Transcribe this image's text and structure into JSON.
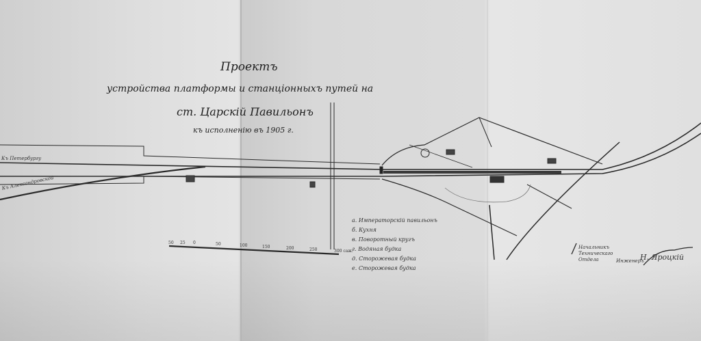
{
  "title": {
    "line1": "Проектъ",
    "line2": "устройства платформы и станцiонныхъ путей на",
    "line3": "ст. Царскiй Павильонъ",
    "line4": "къ исполненiю въ 1905 г."
  },
  "track_labels": [
    "Къ Петербургу",
    "Къ Александровской"
  ],
  "legend": [
    "а. Императорскiй павильонъ",
    "б. Кухня",
    "в. Поворотный кругъ",
    "г. Водяная будка",
    "д. Сторожевая будка",
    "е. Сторожевая будка"
  ],
  "scale": {
    "ticks": [
      "50",
      "25",
      "0",
      "50",
      "100",
      "150",
      "200",
      "250",
      "300 саж."
    ]
  },
  "signature": {
    "office": "Начальникъ Техническаго Отдела",
    "role": "Инженеръ",
    "name": "Н. Яроцкiй"
  }
}
